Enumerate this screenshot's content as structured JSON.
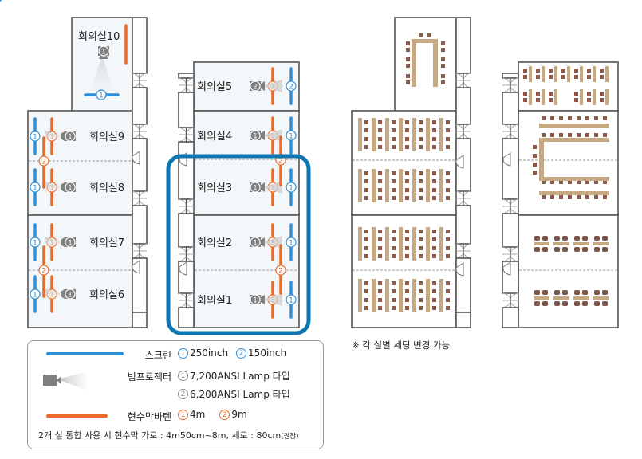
{
  "colors": {
    "screen": "#2e8fd6",
    "curtain": "#ea6b2a",
    "projector": "#808080",
    "highlight": "#0f77b0",
    "table": "#c6a882",
    "chair": "#8b5a4a",
    "wall": "#555555",
    "room_fill": "#f3f7f9"
  },
  "rooms": [
    {
      "id": "10",
      "label": "회의실10",
      "projector": "1",
      "screen": "1"
    },
    {
      "id": "9",
      "label": "회의실9",
      "projector": "1",
      "screen": "1",
      "curtain": "1"
    },
    {
      "id": "8",
      "label": "회의실8",
      "projector": "1",
      "screen": "1",
      "curtain": "1"
    },
    {
      "id": "7",
      "label": "회의실7",
      "projector": "1",
      "screen": "1",
      "curtain": "1"
    },
    {
      "id": "6",
      "label": "회의실6",
      "projector": "1",
      "screen": "1",
      "curtain": "1"
    },
    {
      "id": "5",
      "label": "회의실5",
      "projector": "2",
      "screen": "2",
      "curtain": "1"
    },
    {
      "id": "4",
      "label": "회의실4",
      "projector": "1",
      "screen": "1",
      "curtain": "1"
    },
    {
      "id": "3",
      "label": "회의실3",
      "projector": "1",
      "screen": "1",
      "curtain": "1"
    },
    {
      "id": "2",
      "label": "회의실2",
      "projector": "1",
      "screen": "1",
      "curtain": "1"
    },
    {
      "id": "1",
      "label": "회의실1",
      "projector": "1",
      "screen": "1",
      "curtain": "1"
    }
  ],
  "merged_curtain_label": "2",
  "highlighted_rooms": [
    "3",
    "2",
    "1"
  ],
  "legend": {
    "screen": {
      "name": "스크린",
      "items": [
        {
          "num": "1",
          "value": "250inch"
        },
        {
          "num": "2",
          "value": "150inch"
        }
      ]
    },
    "projector": {
      "name": "빔프로젝터",
      "items": [
        {
          "num": "1",
          "value": "7,200ANSI Lamp 타입"
        },
        {
          "num": "2",
          "value": "6,200ANSI Lamp 타입"
        }
      ]
    },
    "curtain": {
      "name": "현수막바텐",
      "items": [
        {
          "num": "1",
          "value": "4m"
        },
        {
          "num": "2",
          "value": "9m"
        }
      ]
    },
    "footnote_main": "2개 실 통합 사용 시 현수막  가로 : 4m50cm~8m, 세로 : 80cm",
    "footnote_suffix": "(권장)"
  },
  "note": "※ 각 실별 세팅 변경 가능"
}
